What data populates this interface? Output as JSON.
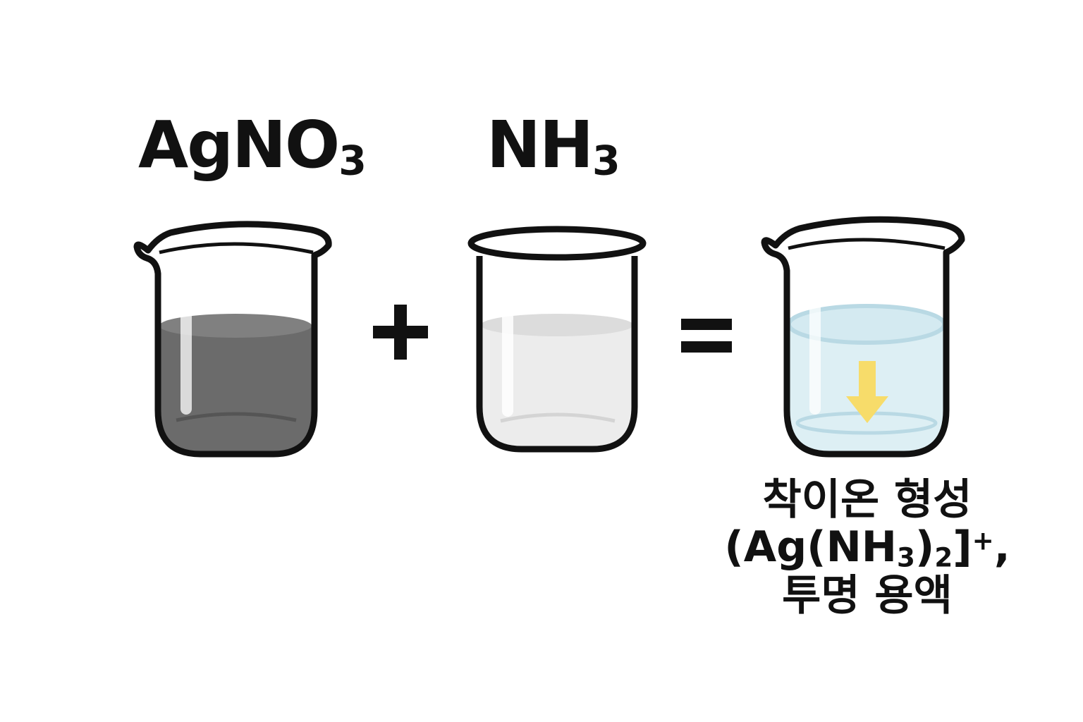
{
  "reactant_1": {
    "formula_main": "AgNO",
    "formula_sub": "3"
  },
  "reactant_2": {
    "formula_main": "NH",
    "formula_sub": "3"
  },
  "operators": {
    "plus": "+",
    "equals": "="
  },
  "result": {
    "line1": "착이온 형성",
    "line2_a": "(Ag(NH",
    "line2_sub1": "3",
    "line2_b": ")",
    "line2_sub2": "2",
    "line2_c": "]",
    "line2_sup": "+",
    "line2_d": ",",
    "line3": "투명 용액"
  },
  "colors": {
    "outline": "#111111",
    "agno3_liquid": "#6b6b6b",
    "agno3_surface": "#7f7f7f",
    "nh3_liquid": "#ececec",
    "nh3_surface": "#dcdcdc",
    "result_liquid": "#ddeff4",
    "result_surface": "#c9e4ed",
    "arrow": "#f7dc6a"
  },
  "icons": {
    "beaker_1": "beaker-icon",
    "beaker_2": "beaker-icon",
    "beaker_3": "beaker-icon",
    "arrow": "down-arrow-icon"
  }
}
